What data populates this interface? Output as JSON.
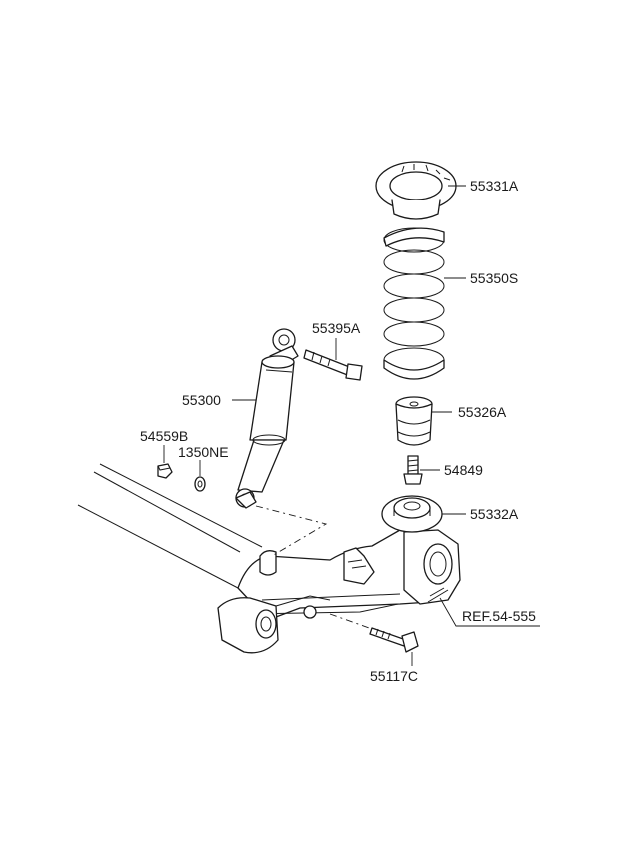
{
  "labels": {
    "upper_seat": "55331A",
    "coil_spring": "55350S",
    "bolt_upper": "55395A",
    "bump_stopper": "55326A",
    "shock_absorber": "55300",
    "nut": "54559B",
    "washer": "1350NE",
    "bolt_stopper": "54849",
    "lower_seat": "55332A",
    "reference": "REF.54-555",
    "bolt_lower": "55117C"
  },
  "colors": {
    "line": "#1a1a1a",
    "background": "#ffffff"
  }
}
